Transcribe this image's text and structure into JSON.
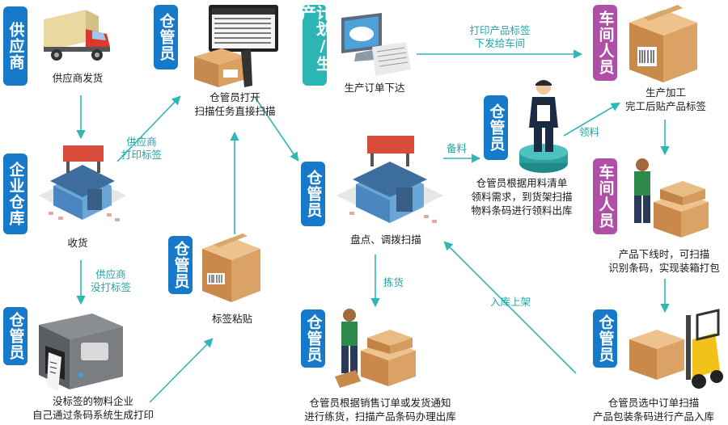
{
  "colors": {
    "blue": "#1679c9",
    "teal": "#2cb5b5",
    "purple": "#b04fa6",
    "arrow": "#2fb6b6"
  },
  "tags": {
    "supplier": "供应商",
    "enterprise_warehouse": "企业仓库",
    "warehouse_keeper": "仓管员",
    "planning_production": "计划/生产",
    "workshop_staff": "车间人员"
  },
  "nodes": {
    "supplier_ship": "供应商发货",
    "receive": "收货",
    "keeper_print_line1": "没标签的物料企业",
    "keeper_print_line2": "自己通过条码系统生成打印",
    "label_paste": "标签粘贴",
    "keeper_scan_line1": "仓管员打开",
    "keeper_scan_line2": "扫描任务直接扫描",
    "order_issue": "生产订单下达",
    "inventory": "盘点、调拨扫描",
    "picking_line1": "仓管员根据用料清单",
    "picking_line2": "领料需求，到货架扫描",
    "picking_line3": "物料条码进行领料出库",
    "workshop_line1": "生产加工",
    "workshop_line2": "完工后贴产品标签",
    "offline_line1": "产品下线时，可扫描",
    "offline_line2": "识别条码，实现装箱打包",
    "sales_line1": "仓管员根据销售订单或发货通知",
    "sales_line2": "进行练货，扫描产品条码办理出库",
    "stockin_line1": "仓管员选中订单扫描",
    "stockin_line2": "产品包装条码进行产品入库"
  },
  "edges": {
    "supplier_print_line1": "供应商",
    "supplier_print_line2": "打印标签",
    "supplier_noprint_line1": "供应商",
    "supplier_noprint_line2": "没打标签",
    "print_issue_line1": "打印产品标签",
    "print_issue_line2": "下发给车间",
    "prepare": "备料",
    "receive_material": "领料",
    "pick": "拣货",
    "stock_in": "入库上架"
  }
}
